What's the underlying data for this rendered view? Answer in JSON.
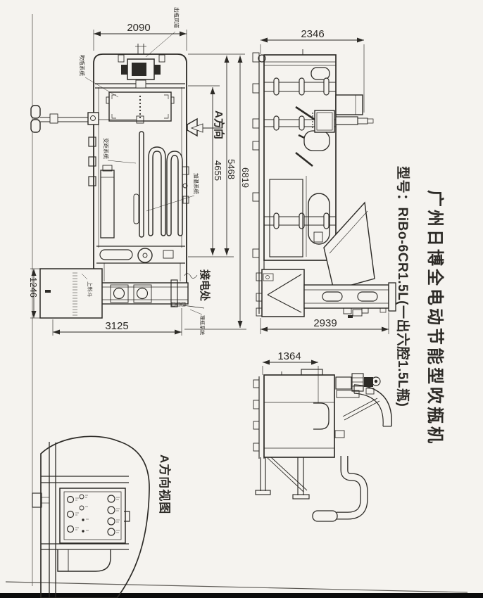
{
  "colors": {
    "paper": "#f5f3ef",
    "ink": "#2c2a26",
    "bar": "#0b0b0b"
  },
  "title": {
    "machine_name": "广州日博全电动节能型吹瓶机",
    "model": "型号：RiBo-6CR1.5L(一出六腔1.5L瓶)"
  },
  "plan_view": {
    "dim_top_width": "2090",
    "dim_bottom_length": "3125",
    "dim_hopper_height": "1246",
    "dim_len_1": "4655",
    "dim_len_2": "5468",
    "dim_len_3": "6819",
    "label_bottle_outlet_duct": "出瓶风道",
    "label_blowing_system": "吹瓶系统",
    "label_pitch_system": "变距系统",
    "label_heating_system": "加温系统",
    "label_power_connection": "接电处",
    "label_unscrambler_system": "理瓶系统",
    "label_feed_hopper": "上料斗",
    "label_view_direction": "A方向"
  },
  "side_view": {
    "dim_top_width": "2346",
    "dim_bottom_width": "2939"
  },
  "end_view": {
    "dim_top_width": "1364"
  },
  "detail_view": {
    "label": "A方向视图"
  }
}
